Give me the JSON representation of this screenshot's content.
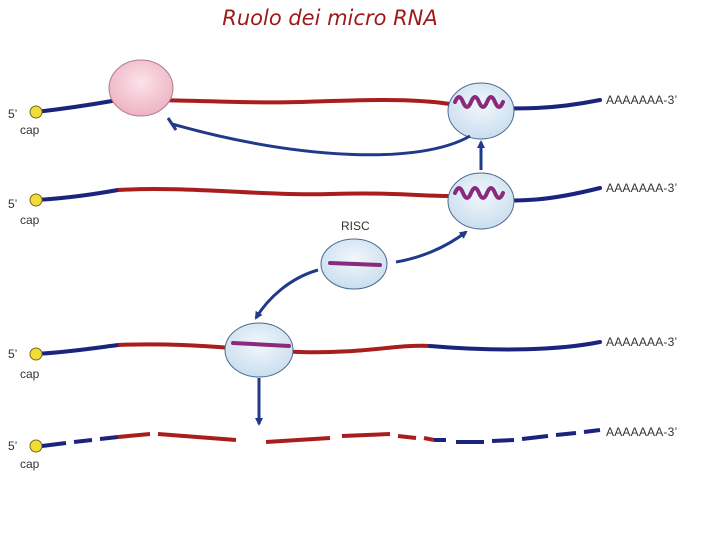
{
  "title": "Ruolo dei micro RNA",
  "labels": {
    "five_prime": "5’",
    "cap": "cap",
    "poly_a": "AAAAAAA-3’",
    "risc": "RISC"
  },
  "colors": {
    "mrna_red": "#a81d1d",
    "mrna_blue": "#1a237e",
    "arrow_blue": "#1f3a8a",
    "cap_yellow": "#f2dc3a",
    "ribosome_pink": "#f6c9d6",
    "risc_fill": "#dbe9f5",
    "mirna_purple": "#8a2a7d"
  },
  "icons": [
    "cap-icon",
    "ribosome-icon",
    "risc-complex-icon",
    "mirna-icon",
    "arrow-icon",
    "repression-arrow-icon"
  ]
}
